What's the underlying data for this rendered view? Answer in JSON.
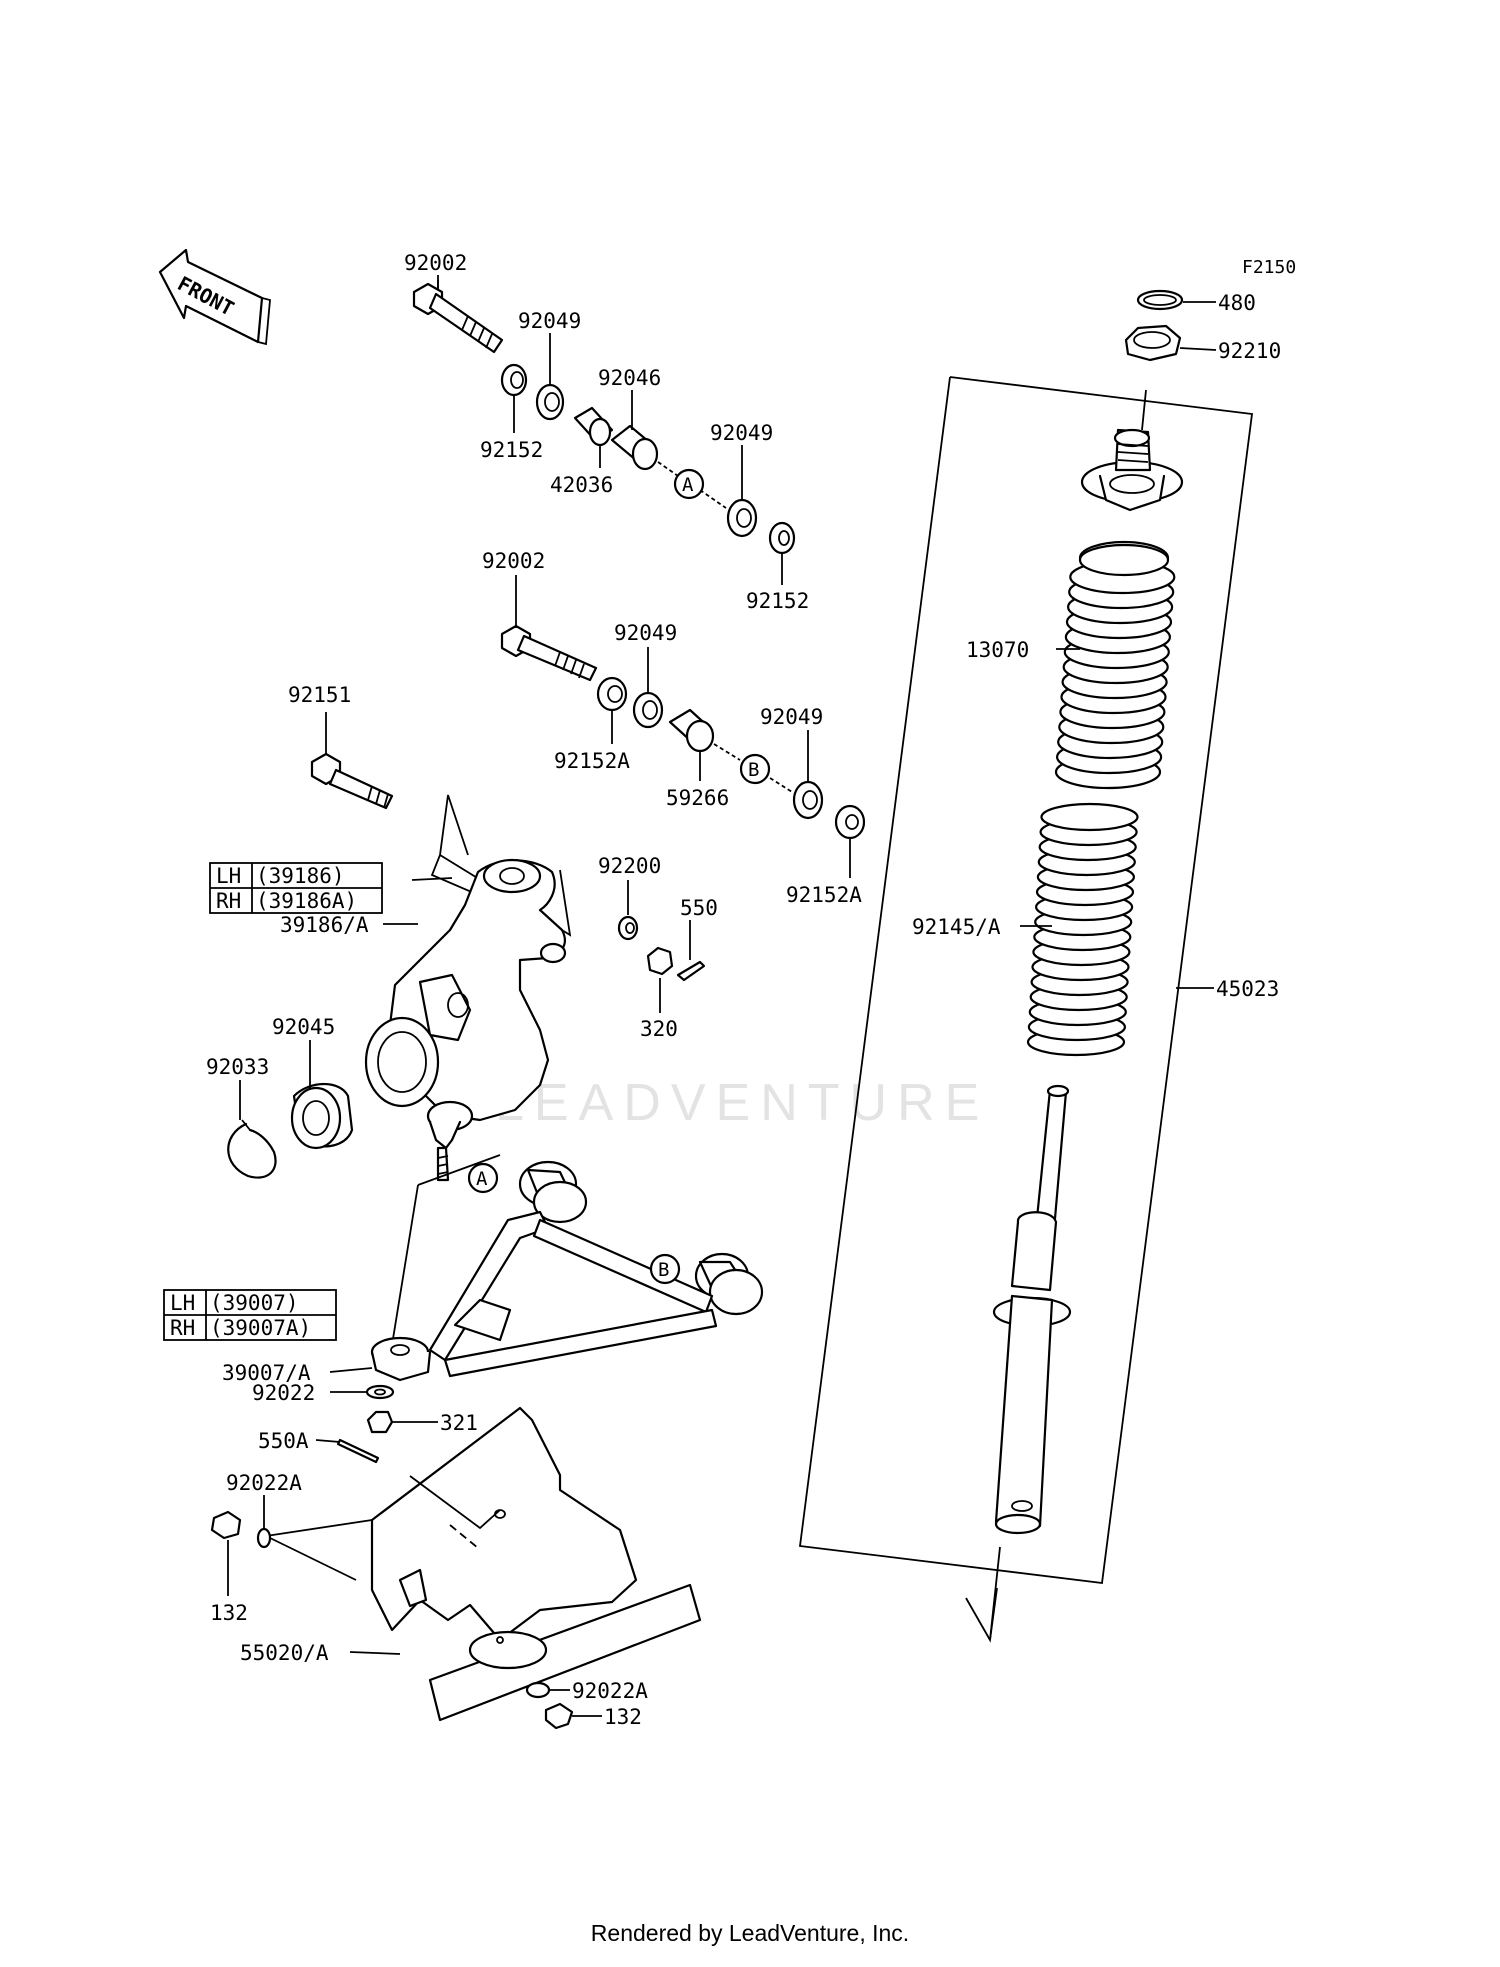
{
  "diagram_code": "F2150",
  "front_label": "FRONT",
  "footer": "Rendered by LeadVenture, Inc.",
  "watermark": "LEADVENTURE",
  "callouts": {
    "a": "A",
    "b": "B"
  },
  "parts": {
    "p92002_top": "92002",
    "p92049_a": "92049",
    "p92046": "92046",
    "p92152_a": "92152",
    "p42036": "42036",
    "p92049_b": "92049",
    "p92152_b": "92152",
    "p92002_mid": "92002",
    "p92049_c": "92049",
    "p92152A_a": "92152A",
    "p59266": "59266",
    "p92049_d": "92049",
    "p92152A_b": "92152A",
    "p92151": "92151",
    "p92200": "92200",
    "p550": "550",
    "p320": "320",
    "p39186A": "39186/A",
    "p92045": "92045",
    "p92033": "92033",
    "p39007A": "39007/A",
    "p92022": "92022",
    "p321": "321",
    "p550A": "550A",
    "p92022A_a": "92022A",
    "p132_a": "132",
    "p55020A": "55020/A",
    "p92022A_b": "92022A",
    "p132_b": "132",
    "p480": "480",
    "p92210": "92210",
    "p13070": "13070",
    "p92145A": "92145/A",
    "p45023": "45023"
  },
  "tables": {
    "knuckle": [
      {
        "side": "LH",
        "code": "(39186)"
      },
      {
        "side": "RH",
        "code": "(39186A)"
      }
    ],
    "arm": [
      {
        "side": "LH",
        "code": "(39007)"
      },
      {
        "side": "RH",
        "code": "(39007A)"
      }
    ]
  }
}
